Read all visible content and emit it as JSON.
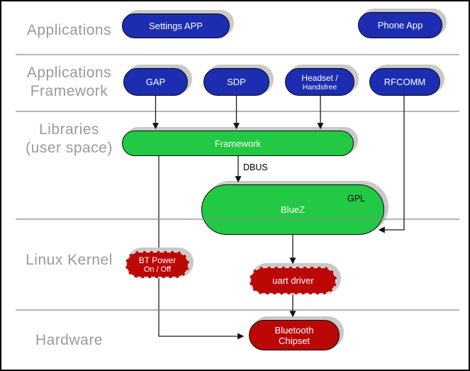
{
  "colors": {
    "blue": "#1c2db2",
    "green": "#22c944",
    "red": "#bb0806",
    "shadow": "#c9c9c9",
    "label_gray": "#9a9a9a",
    "divider": "#8a8a8a"
  },
  "layers": [
    {
      "id": "applications",
      "line1": "Applications",
      "line2": ""
    },
    {
      "id": "applications-framework",
      "line1": "Applications",
      "line2": "Framework"
    },
    {
      "id": "libraries-user-space",
      "line1": "Libraries",
      "line2": "(user space)"
    },
    {
      "id": "linux-kernel",
      "line1": "Linux Kernel",
      "line2": ""
    },
    {
      "id": "hardware",
      "line1": "Hardware",
      "line2": ""
    }
  ],
  "nodes": {
    "settings_app": {
      "label": "Settings APP"
    },
    "phone_app": {
      "label": "Phone App"
    },
    "gap": {
      "label": "GAP"
    },
    "sdp": {
      "label": "SDP"
    },
    "headset": {
      "line1": "Headset /",
      "line2": "Handsfree"
    },
    "rfcomm": {
      "label": "RFCOMM"
    },
    "framework": {
      "label": "Framework"
    },
    "bluez": {
      "label": "BlueZ",
      "badge": "GPL"
    },
    "bt_power": {
      "line1": "BT Power",
      "line2": "On / Off"
    },
    "uart_driver": {
      "label": "uart driver"
    },
    "bt_chipset": {
      "line1": "Bluetooth",
      "line2": "Chipset"
    }
  },
  "edge_labels": {
    "dbus": "DBUS"
  },
  "edges": [
    {
      "from": "gap",
      "to": "framework"
    },
    {
      "from": "sdp",
      "to": "framework"
    },
    {
      "from": "headset",
      "to": "framework"
    },
    {
      "from": "rfcomm",
      "to": "bluez"
    },
    {
      "from": "framework",
      "to": "bluez",
      "label": "DBUS"
    },
    {
      "from": "framework",
      "to": "bt_chipset"
    },
    {
      "from": "bluez",
      "to": "uart_driver"
    },
    {
      "from": "uart_driver",
      "to": "bt_chipset"
    }
  ]
}
